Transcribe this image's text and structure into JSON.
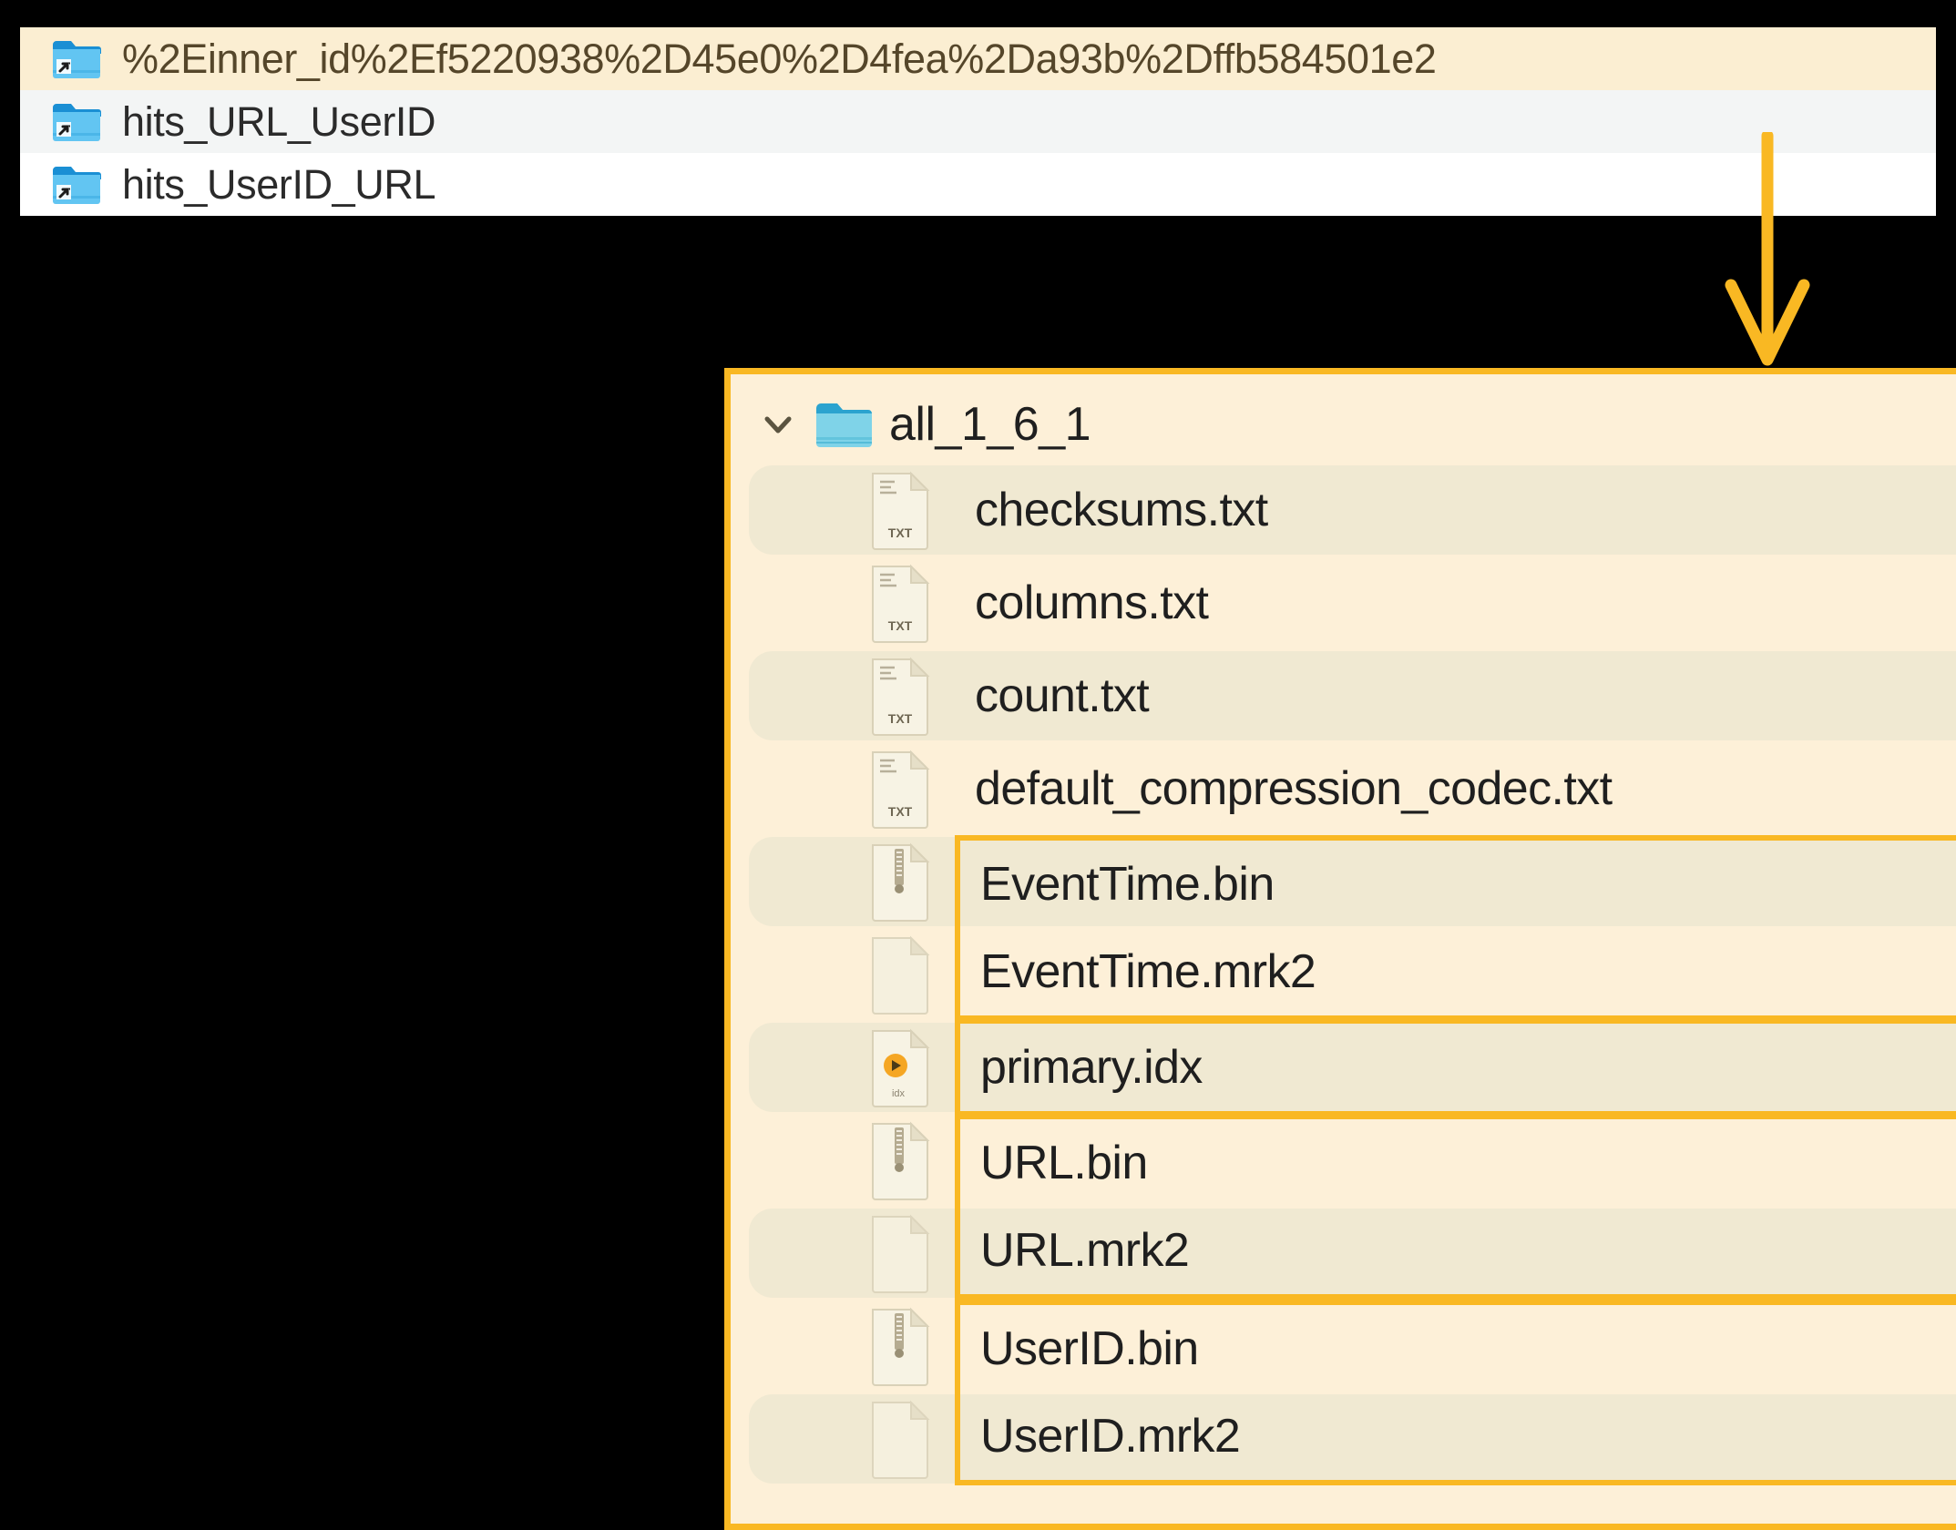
{
  "top_list": {
    "name": "directory-listing",
    "items": [
      {
        "label": "%2Einner_id%2Ef5220938%2D45e0%2D4fea%2Da93b%2Dffb584501e2",
        "icon": "folder-symlink-icon",
        "state": "selected"
      },
      {
        "label": "hits_URL_UserID",
        "icon": "folder-symlink-icon",
        "state": "alt"
      },
      {
        "label": "hits_UserID_URL",
        "icon": "folder-symlink-icon",
        "state": "plain"
      }
    ]
  },
  "annotation": {
    "arrow_name": "down-arrow-annotation",
    "color": "#f9b823"
  },
  "panel": {
    "border_color": "#f9b823",
    "background": "#fdf0d8",
    "directory": {
      "label": "all_1_6_1",
      "icon": "folder-icon",
      "chevron": "chevron-down-icon",
      "expanded": true
    },
    "files": [
      {
        "label": "checksums.txt",
        "icon": "txt-file-icon",
        "stripe": true,
        "highlight": "none"
      },
      {
        "label": "columns.txt",
        "icon": "txt-file-icon",
        "stripe": false,
        "highlight": "none"
      },
      {
        "label": "count.txt",
        "icon": "txt-file-icon",
        "stripe": true,
        "highlight": "none"
      },
      {
        "label": "default_compression_codec.txt",
        "icon": "txt-file-icon",
        "stripe": false,
        "highlight": "none"
      },
      {
        "label": "EventTime.bin",
        "icon": "bin-file-icon",
        "stripe": true,
        "highlight": "top"
      },
      {
        "label": "EventTime.mrk2",
        "icon": "blank-file-icon",
        "stripe": false,
        "highlight": "bottom"
      },
      {
        "label": "primary.idx",
        "icon": "idx-file-icon",
        "stripe": true,
        "highlight": "solo"
      },
      {
        "label": "URL.bin",
        "icon": "bin-file-icon",
        "stripe": false,
        "highlight": "top"
      },
      {
        "label": "URL.mrk2",
        "icon": "blank-file-icon",
        "stripe": true,
        "highlight": "bottom"
      },
      {
        "label": "UserID.bin",
        "icon": "bin-file-icon",
        "stripe": false,
        "highlight": "top"
      },
      {
        "label": "UserID.mrk2",
        "icon": "blank-file-icon",
        "stripe": true,
        "highlight": "bottom"
      }
    ]
  }
}
